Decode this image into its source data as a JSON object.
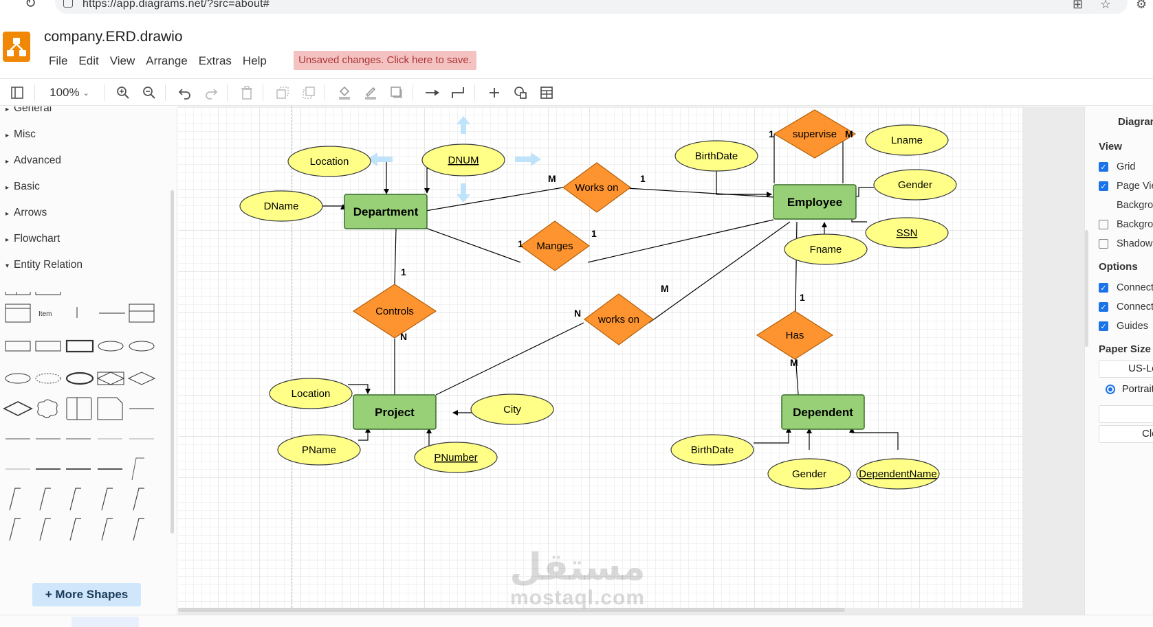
{
  "browser": {
    "url": "https://app.diagrams.net/?src=about#"
  },
  "app": {
    "title": "company.ERD.drawio",
    "menu": [
      "File",
      "Edit",
      "View",
      "Arrange",
      "Extras",
      "Help"
    ],
    "unsaved_banner": "Unsaved changes. Click here to save.",
    "accent_color": "#f08705"
  },
  "toolbar": {
    "zoom": "100%"
  },
  "sidebar": {
    "sections": [
      "General",
      "Misc",
      "Advanced",
      "Basic",
      "Arrows",
      "Flowchart",
      "Entity Relation"
    ],
    "expanded_section": "Entity Relation",
    "item_label": "Item",
    "more_shapes": "More Shapes"
  },
  "diagram": {
    "entities": [
      {
        "id": "department",
        "label": "Department"
      },
      {
        "id": "employee",
        "label": "Employee"
      },
      {
        "id": "project",
        "label": "Project"
      },
      {
        "id": "dependent",
        "label": "Dependent"
      }
    ],
    "relationships": [
      {
        "id": "supervise",
        "label": "supervise"
      },
      {
        "id": "works-on-dept",
        "label": "Works on"
      },
      {
        "id": "manges",
        "label": "Manges"
      },
      {
        "id": "controls",
        "label": "Controls"
      },
      {
        "id": "works-on-proj",
        "label": "works on"
      },
      {
        "id": "has",
        "label": "Has"
      }
    ],
    "attributes": [
      {
        "id": "location-dept",
        "label": "Location",
        "key": false
      },
      {
        "id": "dnum",
        "label": "DNUM",
        "key": true
      },
      {
        "id": "dname",
        "label": "DName",
        "key": false
      },
      {
        "id": "birthdate-emp",
        "label": "BirthDate",
        "key": false
      },
      {
        "id": "lname",
        "label": "Lname",
        "key": false
      },
      {
        "id": "gender-emp",
        "label": "Gender",
        "key": false
      },
      {
        "id": "ssn",
        "label": "SSN",
        "key": true
      },
      {
        "id": "fname",
        "label": "Fname",
        "key": false
      },
      {
        "id": "location-proj",
        "label": "Location",
        "key": false
      },
      {
        "id": "city",
        "label": "City",
        "key": false
      },
      {
        "id": "pname",
        "label": "PName",
        "key": false
      },
      {
        "id": "pnumber",
        "label": "PNumber",
        "key": true
      },
      {
        "id": "birthdate-dep",
        "label": "BirthDate",
        "key": false
      },
      {
        "id": "gender-dep",
        "label": "Gender",
        "key": false
      },
      {
        "id": "dependentname",
        "label": "DependentName",
        "key": true
      }
    ],
    "cardinalities": {
      "supervise_left": "1",
      "supervise_right": "M",
      "workson_left": "M",
      "workson_right": "1",
      "manges_left": "1",
      "manges_right": "1",
      "controls_top": "1",
      "controls_bottom": "N",
      "worksonproj_left": "N",
      "worksonproj_right": "M",
      "has_top": "1",
      "has_bottom": "M"
    },
    "colors": {
      "entity_fill": "#97d077",
      "entity_stroke": "#3a6b2a",
      "relationship_fill": "#fd9430",
      "relationship_stroke": "#b35f0a",
      "attribute_fill": "#ffff88",
      "attribute_stroke": "#36393d"
    }
  },
  "format_panel": {
    "title": "Diagram",
    "view_heading": "View",
    "view_options": [
      {
        "label": "Grid",
        "checked": true
      },
      {
        "label": "Page View",
        "checked": true
      },
      {
        "label": "Background",
        "checked": null
      },
      {
        "label": "Background",
        "checked": false
      },
      {
        "label": "Shadow",
        "checked": false
      }
    ],
    "options_heading": "Options",
    "options": [
      {
        "label": "Connection",
        "checked": true
      },
      {
        "label": "Connection",
        "checked": true
      },
      {
        "label": "Guides",
        "checked": true
      }
    ],
    "paper_size_heading": "Paper Size",
    "paper_size": "US-Letter",
    "orientation": "Portrait",
    "clear_button": "Clear"
  },
  "watermark": {
    "arabic": "مستقل",
    "latin": "mostaql.com"
  }
}
